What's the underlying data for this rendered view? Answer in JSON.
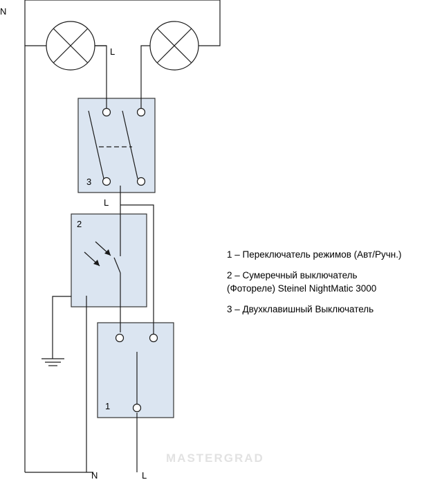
{
  "labels": {
    "n_top": "N",
    "l_lamp": "L",
    "l_mid": "L",
    "n_bottom": "N",
    "l_bottom": "L",
    "box3_num": "3",
    "box2_num": "2",
    "box1_num": "1"
  },
  "legend": [
    {
      "lines": [
        "1 – Переключатель режимов (Авт/Ручн.)"
      ]
    },
    {
      "lines": [
        "2 – Сумеречный выключатель",
        "(Фотореле) Steinel NightMatic 3000"
      ]
    },
    {
      "lines": [
        "3 – Двухклавишный Выключатель"
      ]
    }
  ],
  "watermark": "MASTERGRAD",
  "colors": {
    "box_fill": "#dbe5f1",
    "box_stroke": "#333333",
    "wire": "#1a1a1a"
  }
}
